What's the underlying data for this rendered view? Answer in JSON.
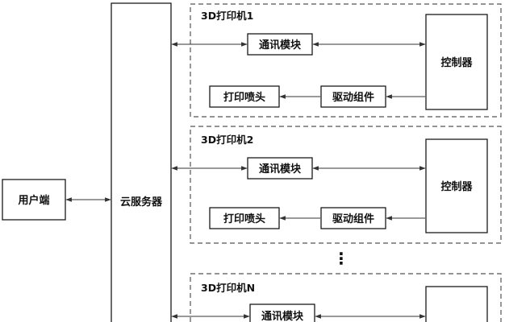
{
  "user_terminal": "用户端",
  "cloud_server": "云服务器",
  "ellipsis": "⋮",
  "printers": [
    {
      "title": "3D打印机1",
      "comm": "通讯模块",
      "controller": "控制器",
      "driver": "驱动组件",
      "nozzle": "打印喷头"
    },
    {
      "title": "3D打印机2",
      "comm": "通讯模块",
      "controller": "控制器",
      "driver": "驱动组件",
      "nozzle": "打印喷头"
    },
    {
      "title": "3D打印机N",
      "comm": "通讯模块"
    }
  ]
}
